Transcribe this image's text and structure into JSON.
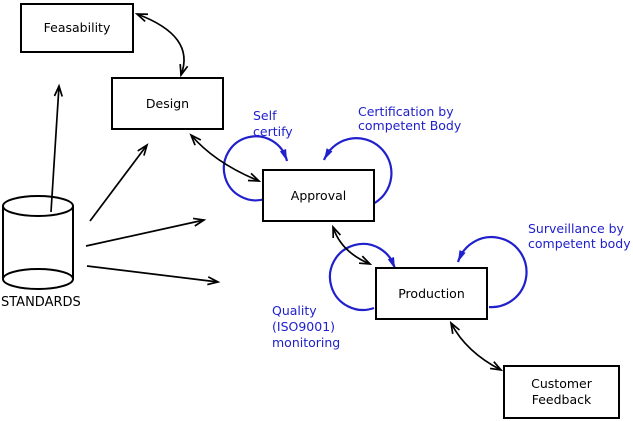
{
  "diagram": {
    "nodes": {
      "feasability": {
        "label": "Feasability"
      },
      "design": {
        "label": "Design"
      },
      "approval": {
        "label": "Approval"
      },
      "production": {
        "label": "Production"
      },
      "customer_feedback": {
        "label": "Customer\nFeedback"
      },
      "standards": {
        "label": "STANDARDS"
      }
    },
    "annotations": {
      "self_certify": {
        "text": "Self\ncertify"
      },
      "certification": {
        "text": "Certification by\ncompetent Body"
      },
      "surveillance": {
        "text": "Surveillance by\ncompetent body"
      },
      "quality": {
        "text": "Quality\n(ISO9001)\nmonitoring"
      }
    },
    "colors": {
      "line": "#000000",
      "accent_blue": "#2020cc",
      "background": "#ffffff"
    }
  }
}
